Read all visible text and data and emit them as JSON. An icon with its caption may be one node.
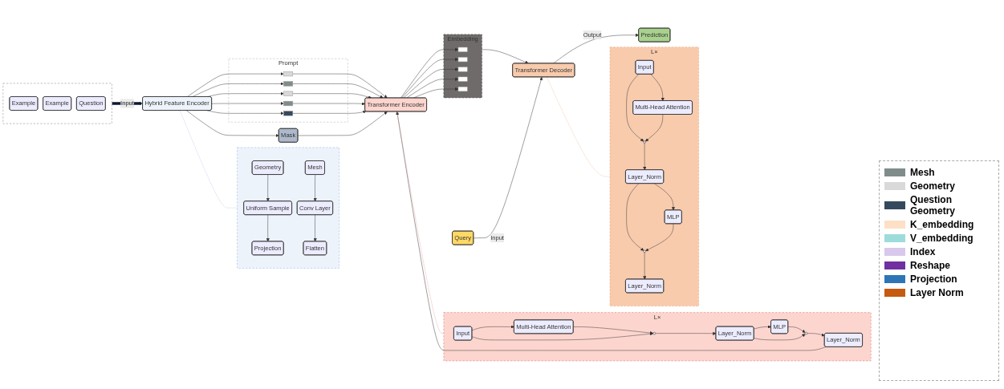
{
  "diagram": {
    "nodes": [
      {
        "text": [],
        "shape": "box"
      },
      {
        "text": [
          "Example"
        ],
        "in": 0
      },
      {
        "text": [
          "Example"
        ],
        "in": 0
      },
      {
        "text": [
          "Question"
        ],
        "in": 0
      },
      {
        "text": [
          "Hybrid Feature Encoder"
        ]
      },
      {
        "text": [
          "Prompt"
        ]
      },
      {
        "text": [],
        "shape": "bar",
        "in": 5
      },
      {
        "text": [],
        "shape": "bar",
        "in": 5
      },
      {
        "text": [],
        "shape": "bar",
        "in": 5
      },
      {
        "text": [],
        "shape": "bar",
        "in": 5
      },
      {
        "text": [],
        "shape": "bar",
        "in": 5
      },
      {
        "text": [
          "Mask"
        ]
      },
      {
        "text": [
          "Query"
        ]
      },
      {
        "text": [
          "Transformer Encoder"
        ]
      },
      {
        "text": [
          "Embedding"
        ]
      },
      {
        "text": [],
        "shape": "bar",
        "in": 14
      },
      {
        "text": [],
        "shape": "bar",
        "in": 14
      },
      {
        "text": [],
        "shape": "bar",
        "in": 14
      },
      {
        "text": [],
        "shape": "bar",
        "in": 14
      },
      {
        "text": [],
        "shape": "bar",
        "in": 14
      },
      {
        "text": [
          "Transformer Decoder"
        ]
      },
      {
        "text": [
          "Prediction"
        ]
      },
      {
        "text": [],
        "shape": "box"
      },
      {
        "text": [
          "Geometry"
        ],
        "in": 22
      },
      {
        "text": [
          "Uniform Sample"
        ],
        "in": 22
      },
      {
        "text": [
          "Projection"
        ],
        "in": 22
      },
      {
        "text": [
          "Mesh"
        ],
        "in": 22
      },
      {
        "text": [
          "Conv Layer"
        ],
        "in": 22
      },
      {
        "text": [
          "Flatten"
        ],
        "in": 22
      },
      {
        "text": [
          "L×"
        ]
      },
      {
        "text": [
          "Input"
        ],
        "in": 29
      },
      {
        "text": [
          "Multi-Head Attention"
        ],
        "in": 29
      },
      {
        "text": [],
        "shape": "circle",
        "in": 29
      },
      {
        "text": [
          "Layer_Norm"
        ],
        "in": 29
      },
      {
        "text": [
          "MLP"
        ],
        "in": 29
      },
      {
        "text": [],
        "shape": "circle",
        "in": 29
      },
      {
        "text": [
          "Layer_Norm"
        ],
        "in": 29
      },
      {
        "text": [
          "L×"
        ]
      },
      {
        "text": [
          "Input"
        ],
        "in": 37
      },
      {
        "text": [
          "Multi-Head Attention"
        ],
        "in": 37
      },
      {
        "text": [],
        "shape": "circle",
        "in": 37
      },
      {
        "text": [
          "Layer_Norm"
        ],
        "in": 37
      },
      {
        "text": [
          "MLP"
        ],
        "in": 37
      },
      {
        "text": [],
        "shape": "circle",
        "in": 37
      },
      {
        "text": [
          "Layer_Norm"
        ],
        "in": 37
      }
    ],
    "edges": [
      {
        "from": 0,
        "to": 4,
        "arrow": "to",
        "label": "Input",
        "style": "thick"
      },
      {
        "from": 4,
        "to": 6,
        "arrow": "to"
      },
      {
        "from": 4,
        "to": 7,
        "arrow": "to"
      },
      {
        "from": 4,
        "to": 8,
        "arrow": "to"
      },
      {
        "from": 4,
        "to": 9,
        "arrow": "to"
      },
      {
        "from": 4,
        "to": 10,
        "arrow": "to"
      },
      {
        "from": 4,
        "to": 11,
        "arrow": "to"
      },
      {
        "from": 6,
        "to": 13,
        "arrow": "to"
      },
      {
        "from": 7,
        "to": 13,
        "arrow": "to"
      },
      {
        "from": 8,
        "to": 13,
        "arrow": "to"
      },
      {
        "from": 9,
        "to": 13,
        "arrow": "to"
      },
      {
        "from": 10,
        "to": 13,
        "arrow": "to"
      },
      {
        "from": 11,
        "to": 13,
        "arrow": "to"
      },
      {
        "from": 12,
        "to": 20,
        "arrow": "to",
        "label": "Input"
      },
      {
        "from": 13,
        "to": 15,
        "arrow": "to"
      },
      {
        "from": 13,
        "to": 16,
        "arrow": "to"
      },
      {
        "from": 13,
        "to": 17,
        "arrow": "to"
      },
      {
        "from": 13,
        "to": 18,
        "arrow": "to"
      },
      {
        "from": 13,
        "to": 19,
        "arrow": "to"
      },
      {
        "from": 14,
        "to": 20,
        "arrow": "to"
      },
      {
        "from": 20,
        "to": 21,
        "arrow": "to",
        "label": "Output"
      },
      {
        "from": 4,
        "to": 22,
        "arrow": "none",
        "style": "dashed",
        "color": "#8ea9db"
      },
      {
        "from": 23,
        "to": 24,
        "arrow": "to"
      },
      {
        "from": 24,
        "to": 25,
        "arrow": "to"
      },
      {
        "from": 26,
        "to": 27,
        "arrow": "to"
      },
      {
        "from": 27,
        "to": 28,
        "arrow": "to"
      },
      {
        "from": 13,
        "to": 29,
        "arrow": "none",
        "style": "dashed",
        "color": "#e06666"
      },
      {
        "from": 30,
        "to": 31,
        "arrow": "to"
      },
      {
        "from": 30,
        "to": 32,
        "arrow": "to"
      },
      {
        "from": 31,
        "to": 32,
        "arrow": "to"
      },
      {
        "from": 32,
        "to": 33,
        "arrow": "to"
      },
      {
        "from": 33,
        "to": 34,
        "arrow": "to"
      },
      {
        "from": 33,
        "to": 35,
        "arrow": "to"
      },
      {
        "from": 34,
        "to": 35,
        "arrow": "to"
      },
      {
        "from": 35,
        "to": 36,
        "arrow": "to"
      },
      {
        "from": 36,
        "to": 13,
        "arrow": "to"
      },
      {
        "from": 20,
        "to": 37,
        "arrow": "none",
        "style": "dashed",
        "color": "#e69966"
      },
      {
        "from": 38,
        "to": 39,
        "arrow": "to"
      },
      {
        "from": 38,
        "to": 40,
        "arrow": "to"
      },
      {
        "from": 39,
        "to": 40,
        "arrow": "to"
      },
      {
        "from": 40,
        "to": 41,
        "arrow": "to"
      },
      {
        "from": 41,
        "to": 42,
        "arrow": "to"
      },
      {
        "from": 41,
        "to": 43,
        "arrow": "to"
      },
      {
        "from": 42,
        "to": 43,
        "arrow": "to"
      },
      {
        "from": 43,
        "to": 44,
        "arrow": "to"
      }
    ],
    "legend": [
      {
        "text": "Mesh",
        "color": "#7f8c8a"
      },
      {
        "text": "Geometry",
        "color": "#d9d9d9"
      },
      {
        "text": "Question Geometry",
        "color": "#34495e"
      },
      {
        "text": "K_embedding",
        "color": "#fde0c5"
      },
      {
        "text": "V_embedding",
        "color": "#9ddcdb"
      },
      {
        "text": "Index",
        "color": "#d8c8ec"
      },
      {
        "text": "Reshape",
        "color": "#7030a0"
      },
      {
        "text": "Projection",
        "color": "#2e75b6"
      },
      {
        "text": "Layer Norm",
        "color": "#c55a11"
      }
    ]
  }
}
